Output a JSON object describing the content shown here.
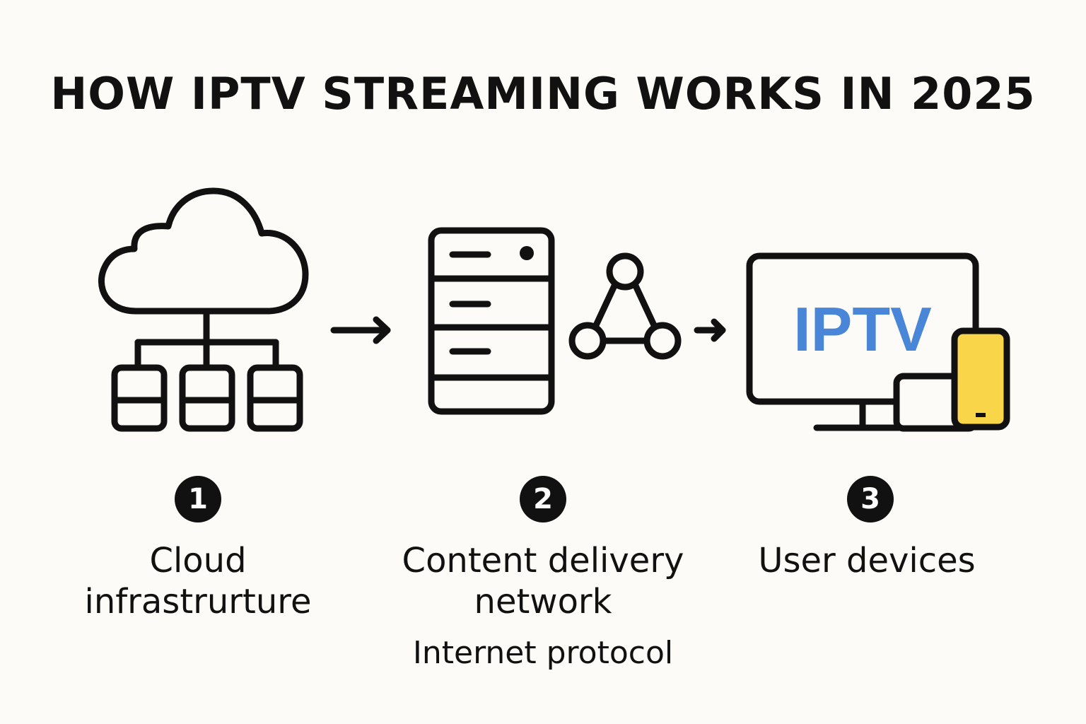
{
  "title": "HOW IPTV STREAMING WORKS IN 2025",
  "steps": [
    {
      "number": "1",
      "label_line1": "Cloud",
      "label_line2": "infrastrurture"
    },
    {
      "number": "2",
      "label_line1": "Content delivery",
      "label_line2": "network",
      "sublabel": "Internet protocol"
    },
    {
      "number": "3",
      "label_line1": "User devices"
    }
  ],
  "tv_screen_text": "IPTV",
  "colors": {
    "stroke": "#111111",
    "background": "#fcfbf7",
    "iptv_text": "#4a86d8",
    "phone": "#f9d54a"
  },
  "icons": [
    "cloud-icon",
    "server-rack-icon",
    "network-nodes-icon",
    "tv-icon",
    "tablet-icon",
    "phone-icon"
  ]
}
